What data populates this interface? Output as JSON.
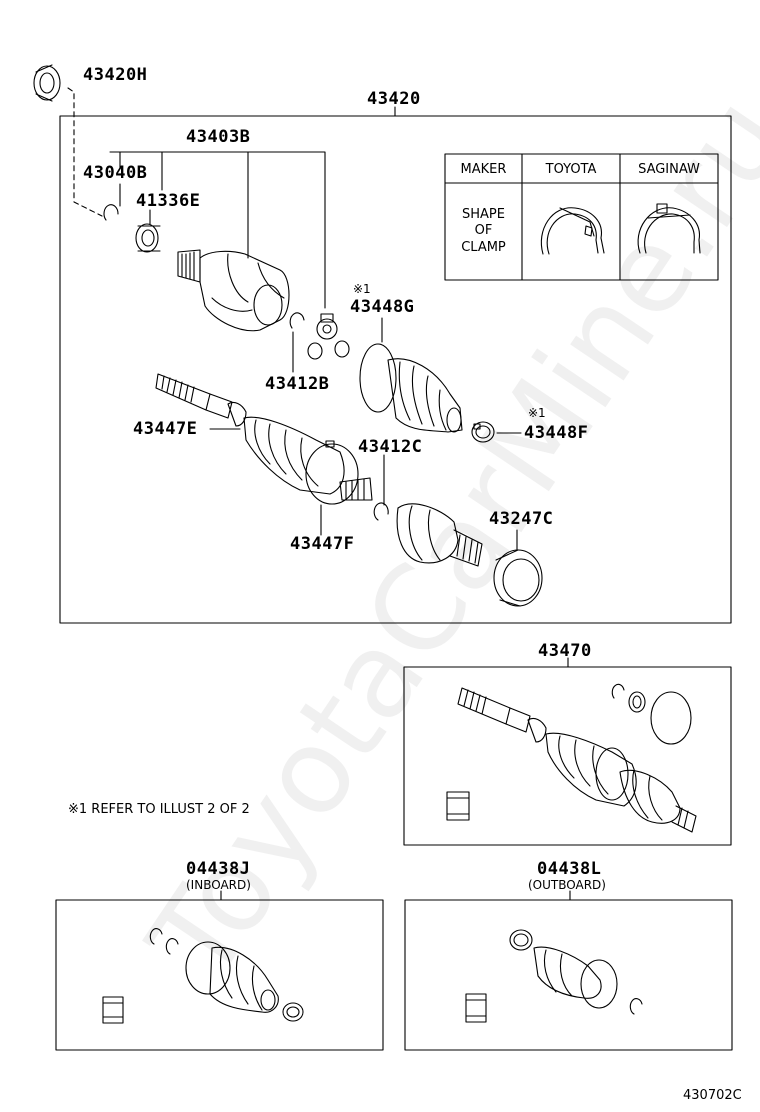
{
  "watermark": "ToyotaCarMine.ru",
  "labels": {
    "p43420H": "43420H",
    "p43420": "43420",
    "p43403B": "43403B",
    "p43040B": "43040B",
    "p41336E": "41336E",
    "p43448G": "43448G",
    "p43412B": "43412B",
    "p43447E": "43447E",
    "p43448F": "43448F",
    "p43412C": "43412C",
    "p43247C": "43247C",
    "p43447F": "43447F",
    "p43470": "43470",
    "p04438J": "04438J",
    "p04438L": "04438L"
  },
  "sublabels": {
    "inboard": "(INBOARD)",
    "outboard": "(OUTBOARD)"
  },
  "ref_marks": {
    "mark_43448G": "※1",
    "mark_43448F": "※1"
  },
  "note": "※1  REFER TO ILLUST 2 OF 2",
  "clamp_table": {
    "headers": [
      "MAKER",
      "TOYOTA",
      "SAGINAW"
    ],
    "row_label": "SHAPE\nOF\nCLAMP"
  },
  "figure_id": "430702C"
}
